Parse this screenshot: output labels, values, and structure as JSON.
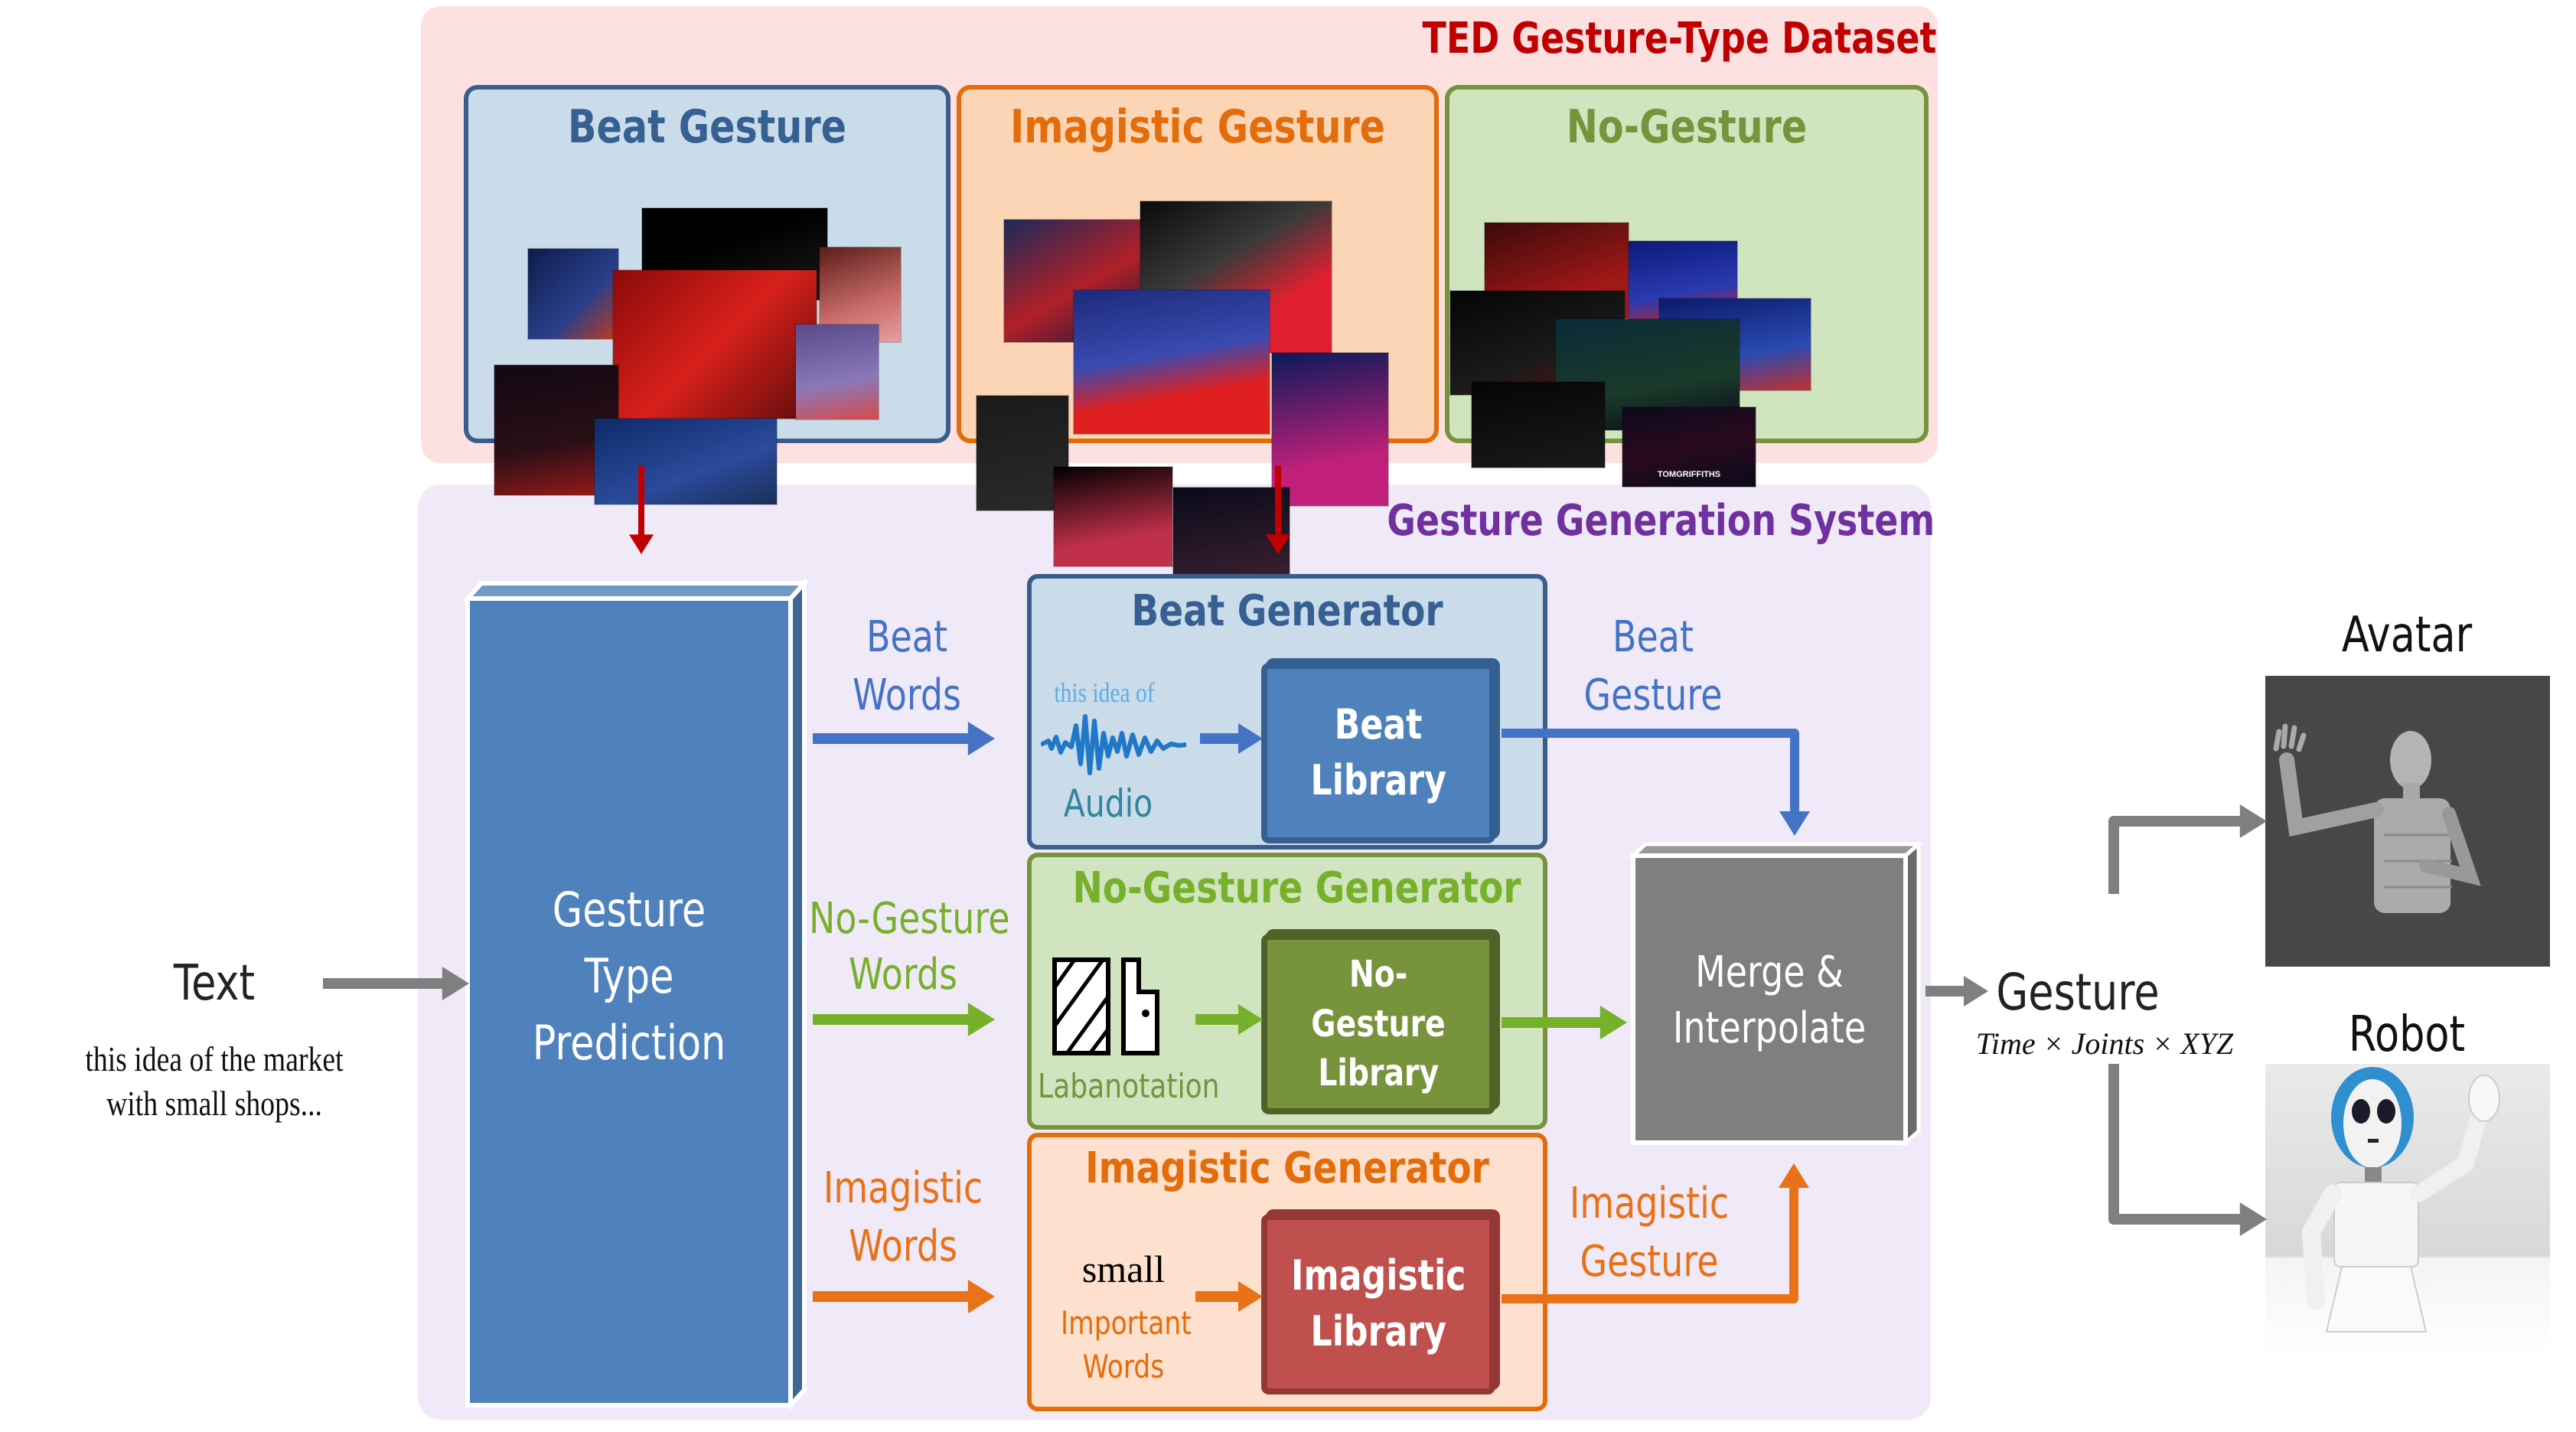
{
  "dataset": {
    "title": "TED Gesture-Type Dataset",
    "title_color": "#c00000",
    "categories": [
      {
        "label": "Beat Gesture",
        "color": "#376092",
        "fill": "#cadbea"
      },
      {
        "label": "Imagistic Gesture",
        "color": "#e46c0a",
        "fill": "#fbd5b5"
      },
      {
        "label": "No-Gesture",
        "color": "#77933c",
        "fill": "#d0e4c0"
      }
    ],
    "photo_caption": "TOMGRIFFITHS"
  },
  "system": {
    "title": "Gesture Generation System",
    "title_color": "#7030a0"
  },
  "input": {
    "label": "Text",
    "example": [
      "this idea of the market",
      "with small shops..."
    ]
  },
  "prediction": {
    "label": [
      "Gesture",
      "Type",
      "Prediction"
    ],
    "color": "#4f81bd"
  },
  "routes": {
    "beat_words": [
      "Beat",
      "Words"
    ],
    "no_gesture_words": [
      "No-Gesture",
      "Words"
    ],
    "imagistic_words": [
      "Imagistic",
      "Words"
    ],
    "beat_gesture": [
      "Beat",
      "Gesture"
    ],
    "imagistic_gesture": [
      "Imagistic",
      "Gesture"
    ]
  },
  "generators": {
    "beat": {
      "title": "Beat Generator",
      "audio_caption": "this idea of",
      "audio_label": "Audio",
      "library": [
        "Beat",
        "Library"
      ]
    },
    "no_gesture": {
      "title": "No-Gesture Generator",
      "notation_label": "Labanotation",
      "library": [
        "No-Gesture",
        "Library"
      ]
    },
    "imagistic": {
      "title": "Imagistic Generator",
      "word": "small",
      "word_label": [
        "Important",
        "Words"
      ],
      "library": [
        "Imagistic",
        "Library"
      ]
    }
  },
  "merge": {
    "label": [
      "Merge &",
      "Interpolate"
    ]
  },
  "output": {
    "label": "Gesture",
    "shape": "Time × Joints × XYZ",
    "targets": [
      {
        "label": "Avatar"
      },
      {
        "label": "Robot"
      }
    ]
  },
  "colors": {
    "beat": "#4472c4",
    "no_gesture": "#77b02a",
    "imagistic": "#e97117",
    "gray_arrow": "#7f7f7f",
    "red_arrow": "#c00000"
  }
}
